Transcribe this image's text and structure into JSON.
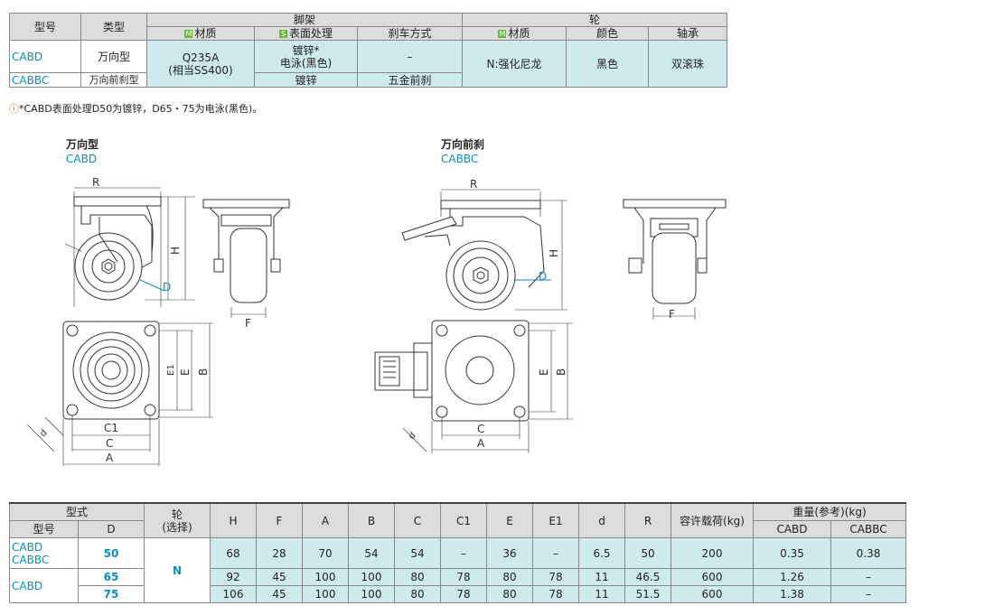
{
  "top_table": {
    "headers": {
      "model": "型号",
      "type": "类型",
      "bracket": "脚架",
      "wheel": "轮",
      "material": "材质",
      "surface": "表面处理",
      "brake": "刹车方式",
      "wheel_material": "材质",
      "color": "颜色",
      "bearing": "轴承",
      "m_badge": "M",
      "s_badge": "S"
    },
    "rows": {
      "cabd_model": "CABD",
      "cabd_type": "万向型",
      "cabbc_model": "CABBC",
      "cabbc_type": "万向前刹型",
      "material_1": "Q235A",
      "material_2": "(相当SS400)",
      "surface_1a": "镀锌*",
      "surface_1b": "电泳(黑色)",
      "surface_2": "镀锌",
      "brake_1": "–",
      "brake_2": "五金前刹",
      "wheel_material": "N:强化尼龙",
      "wheel_color": "黑色",
      "bearing": "双滚珠"
    }
  },
  "note": {
    "icon": "!",
    "text": "*CABD表面处理D50为镀锌，D65・75为电泳(黑色)。"
  },
  "drawings": {
    "left_title": "万向型",
    "left_code": "CABD",
    "right_title": "万向前刹",
    "right_code": "CABBC",
    "dims": {
      "R": "R",
      "H": "H",
      "D": "D",
      "F": "F",
      "E1": "E1",
      "E": "E",
      "B": "B",
      "C1": "C1",
      "C": "C",
      "A": "A",
      "d": "d"
    }
  },
  "spec_table": {
    "headers": {
      "form": "型式",
      "model": "型号",
      "D": "D",
      "wheel": "轮",
      "wheel_sub": "(选择)",
      "H": "H",
      "F": "F",
      "A": "A",
      "B": "B",
      "C": "C",
      "C1": "C1",
      "E": "E",
      "E1": "E1",
      "d": "d",
      "R": "R",
      "load": "容许载荷(kg)",
      "weight": "重量(参考)(kg)",
      "w_cabd": "CABD",
      "w_cabbc": "CABBC"
    },
    "wheel_value": "N",
    "group1_models": [
      "CABD",
      "CABBC"
    ],
    "group2_model": "CABD",
    "rows": [
      {
        "D": "50",
        "H": "68",
        "F": "28",
        "A": "70",
        "B": "54",
        "C": "54",
        "C1": "–",
        "E": "36",
        "E1": "–",
        "d": "6.5",
        "R": "50",
        "load": "200",
        "w_cabd": "0.35",
        "w_cabbc": "0.38"
      },
      {
        "D": "65",
        "H": "92",
        "F": "45",
        "A": "100",
        "B": "100",
        "C": "80",
        "C1": "78",
        "E": "80",
        "E1": "78",
        "d": "11",
        "R": "46.5",
        "load": "600",
        "w_cabd": "1.26",
        "w_cabbc": "–"
      },
      {
        "D": "75",
        "H": "106",
        "F": "45",
        "A": "100",
        "B": "100",
        "C": "80",
        "C1": "78",
        "E": "80",
        "E1": "78",
        "d": "11",
        "R": "51.5",
        "load": "600",
        "w_cabd": "1.38",
        "w_cabbc": "–"
      }
    ]
  }
}
